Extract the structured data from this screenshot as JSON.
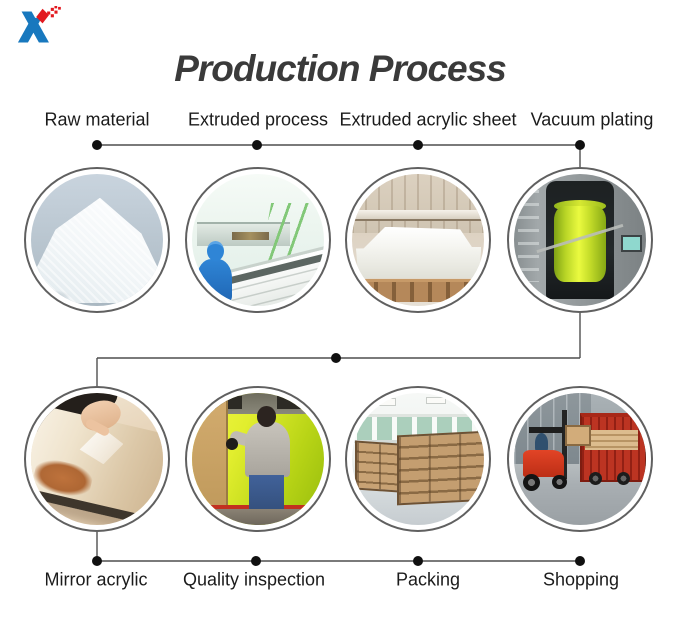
{
  "colors": {
    "line-color": "#4f4f4f",
    "dot-color": "#101010",
    "title-color": "#3a3a3a",
    "label-color": "#1b1b1b",
    "ring-border": "#606060",
    "logo-blue": "#1878be",
    "logo-red": "#e2191f"
  },
  "logo": {
    "alt": "X brand logo"
  },
  "title": {
    "text": "Production Process"
  },
  "steps": {
    "top": [
      {
        "label": "Raw material",
        "photo": "Pile of white acrylic raw material granules"
      },
      {
        "label": "Extruded process",
        "photo": "Acrylic extrusion production line with worker in blue uniform"
      },
      {
        "label": "Extruded acrylic sheet",
        "photo": "Stack of milky white extruded acrylic sheets on a wooden pallet"
      },
      {
        "label": "Vacuum plating",
        "photo": "Vacuum plating machine with bright yellow-green cylinder chamber"
      }
    ],
    "bottom": [
      {
        "label": "Mirror acrylic",
        "photo": "Hand peeling protective film off a mirror acrylic sheet"
      },
      {
        "label": "Quality inspection",
        "photo": "Worker inspecting a large yellow-green mirror acrylic sheet"
      },
      {
        "label": "Packing",
        "photo": "Warehouse with stacked wooden packing crates"
      },
      {
        "label": "Shopping",
        "photo": "Red forklift loading wooden crates onto a delivery truck"
      }
    ]
  }
}
